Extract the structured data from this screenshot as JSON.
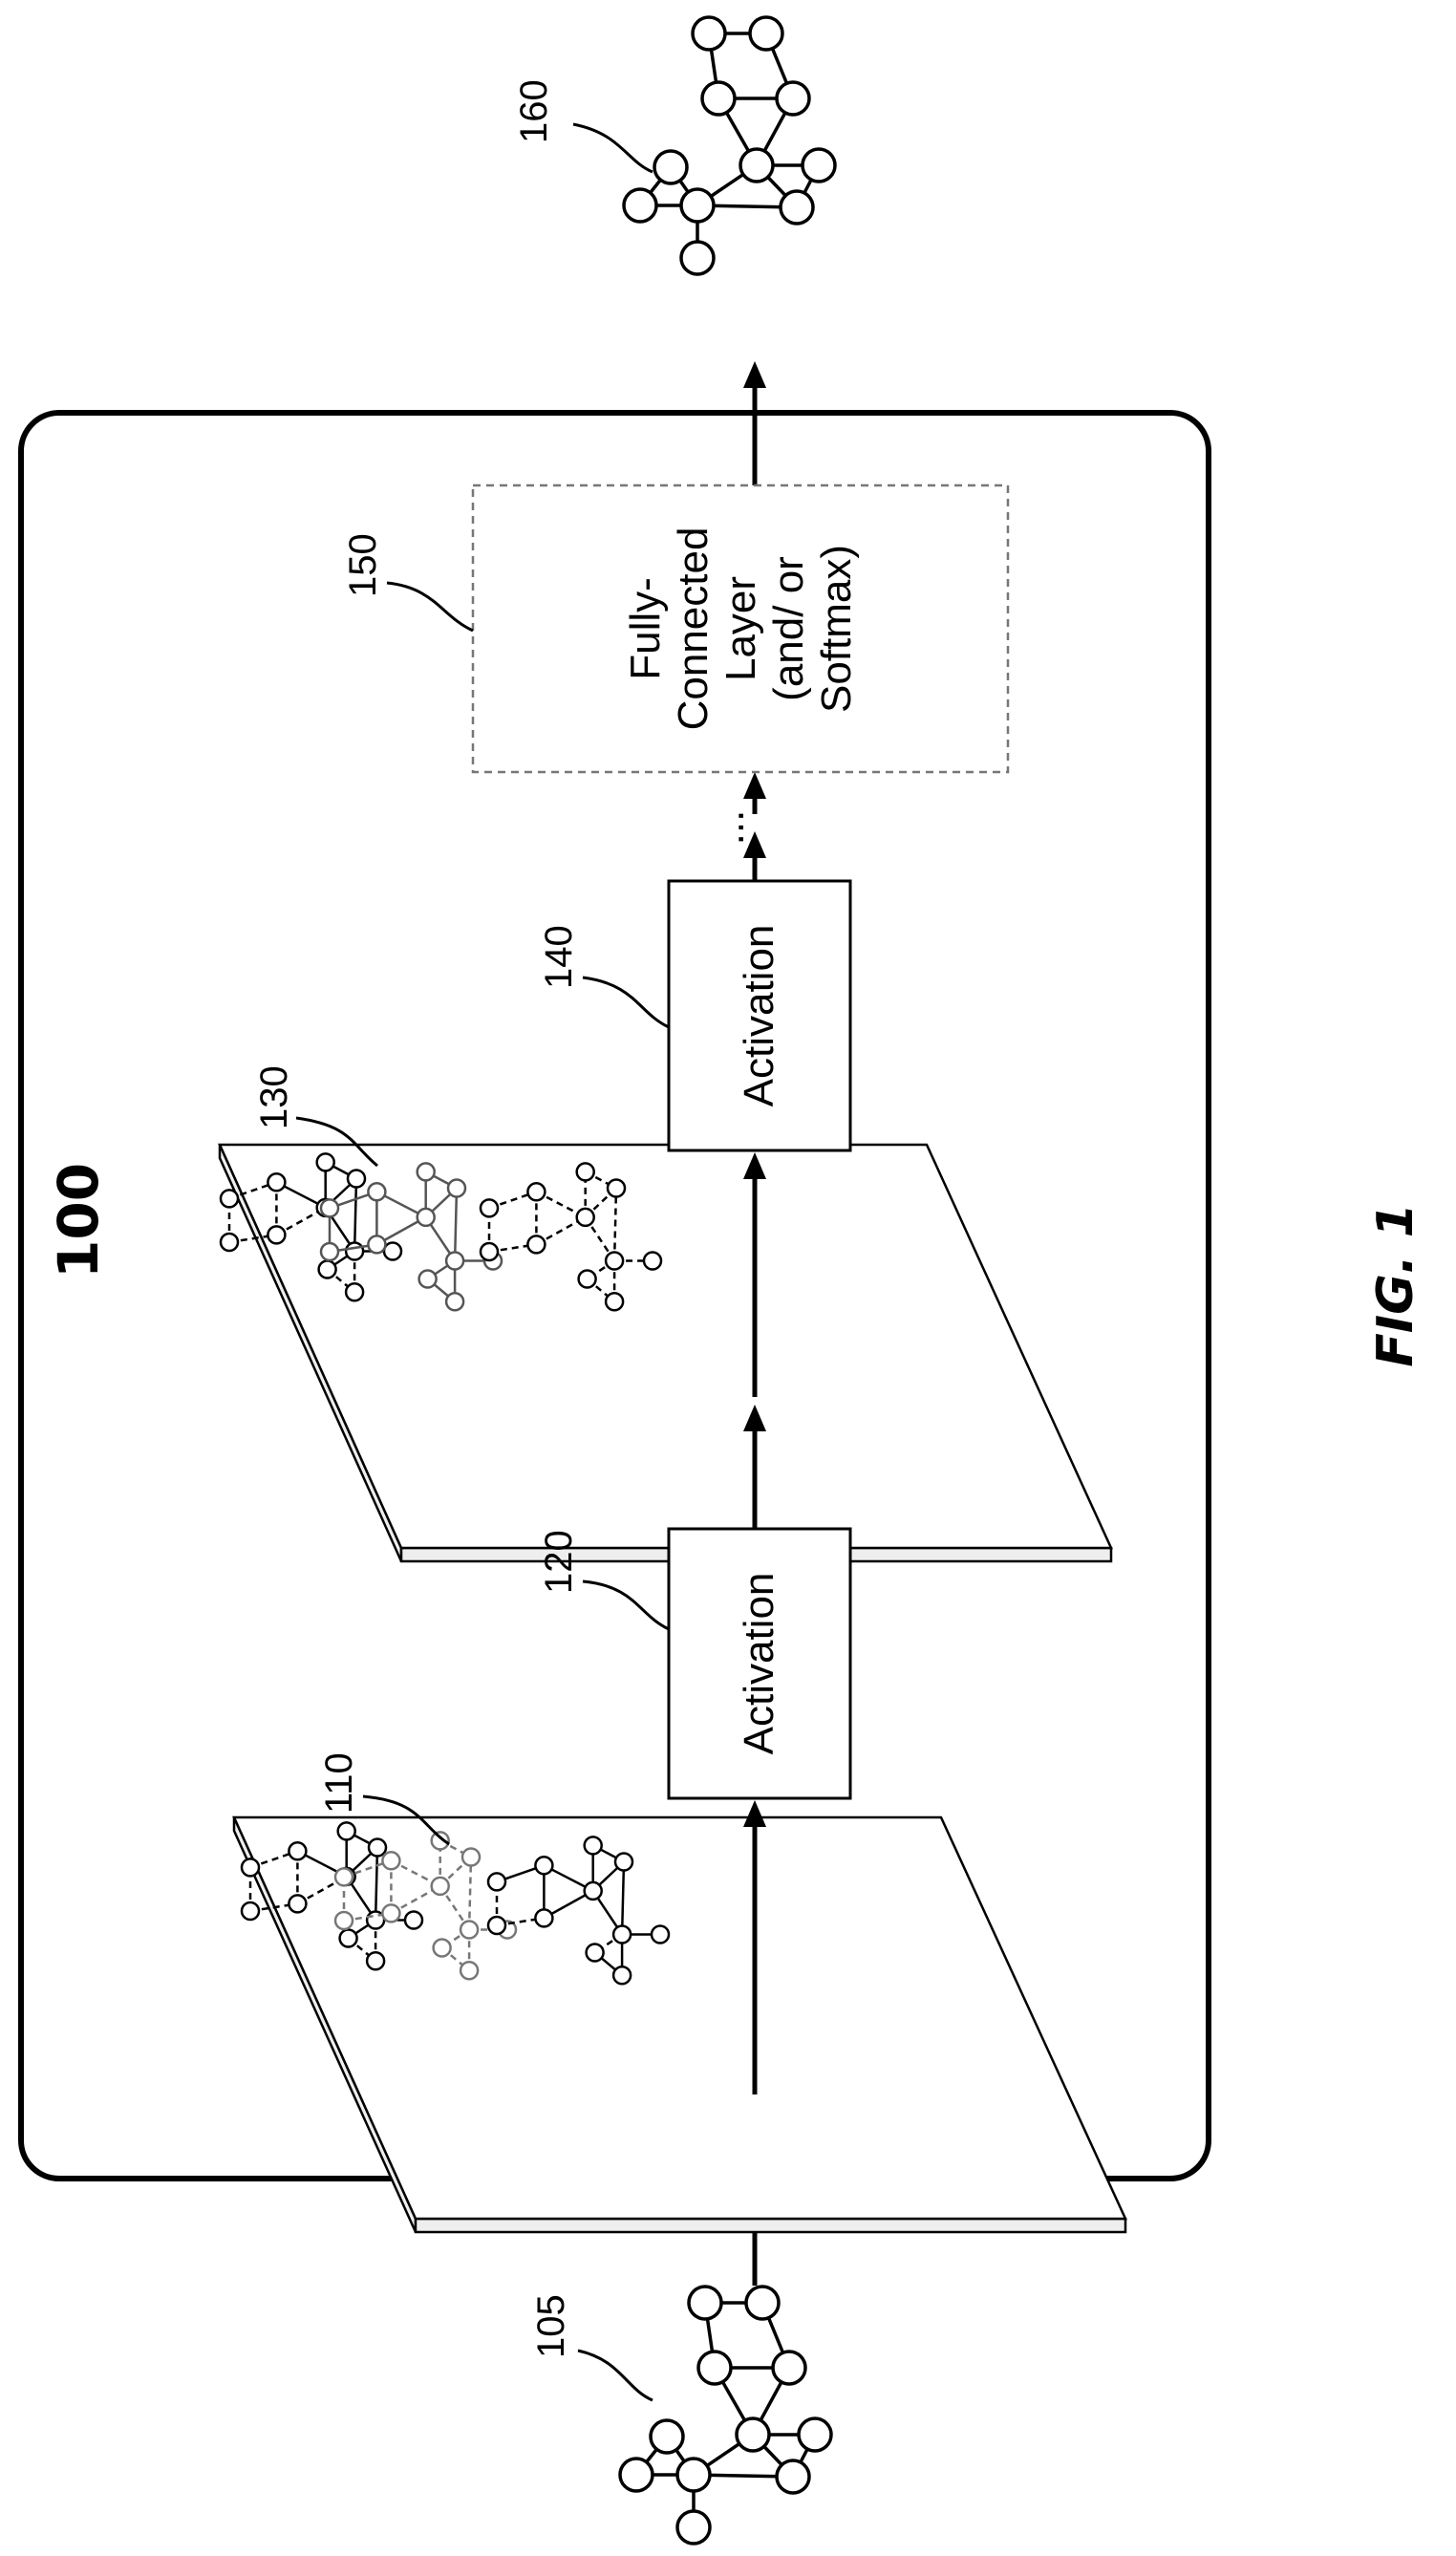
{
  "figure": {
    "caption": "FIG. 1",
    "system_label": "100",
    "input_ref": "105",
    "output_ref": "160",
    "layer_1": {
      "ref": "110"
    },
    "activation_1": {
      "ref": "120",
      "label": "Activation"
    },
    "layer_2": {
      "ref": "130"
    },
    "activation_2": {
      "ref": "140",
      "label": "Activation"
    },
    "ellipsis": "...",
    "fc_layer": {
      "ref": "150",
      "lines": [
        "Fully-",
        "Connected",
        "Layer",
        "(and/ or",
        "Softmax)"
      ]
    }
  }
}
